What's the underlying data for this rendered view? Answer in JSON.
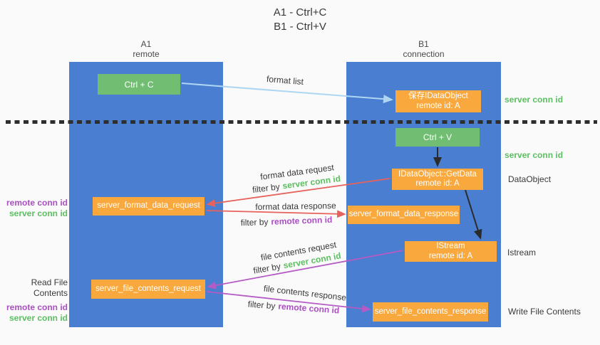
{
  "colors": {
    "background": "#fafafa",
    "lane_blue": "#4a7ed1",
    "box_green": "#71be73",
    "box_orange": "#f9a83d",
    "arrow_lightblue": "#aed6f2",
    "arrow_red": "#e7625c",
    "arrow_purple": "#b55bc5",
    "arrow_black": "#2b2b2b",
    "text_green": "#5cbf61",
    "text_purple": "#ab4ec4",
    "text_dark": "#3a3a3a"
  },
  "title": {
    "line1": "A1 - Ctrl+C",
    "line2": "B1 - Ctrl+V"
  },
  "lanes": {
    "a1": {
      "name": "A1",
      "subtitle": "remote"
    },
    "b1": {
      "name": "B1",
      "subtitle": "connection"
    }
  },
  "nodes": {
    "ctrl_c": {
      "label": "Ctrl + C"
    },
    "ctrl_v": {
      "label": "Ctrl + V"
    },
    "save_idataobject": {
      "line1": "保存IDataObject",
      "line2": "remote id: A"
    },
    "getdata": {
      "line1": "IDataObject::GetData",
      "line2": "remote id: A"
    },
    "istream": {
      "line1": "IStream",
      "line2": "remote id: A"
    },
    "server_format_data_request": {
      "label": "server_format_data_request"
    },
    "server_format_data_response": {
      "label": "server_format_data_response"
    },
    "server_file_contents_request": {
      "label": "server_file_contents_request"
    },
    "server_file_contents_response": {
      "label": "server_file_contents_response"
    }
  },
  "arrows": {
    "format_list": {
      "label": "format list"
    },
    "format_data_request": {
      "label": "format data request",
      "filter_prefix": "filter by",
      "filter_key": "server conn id"
    },
    "format_data_response": {
      "label": "format data response",
      "filter_prefix": "filter by",
      "filter_key": "remote conn id"
    },
    "file_contents_request": {
      "label": "file contents request",
      "filter_prefix": "filter by",
      "filter_key": "server conn id"
    },
    "file_contents_response": {
      "label": "file contents response",
      "filter_prefix": "filter by",
      "filter_key": "remote conn id"
    }
  },
  "annotations": {
    "right": {
      "server_conn_id_top": "server conn id",
      "server_conn_id_mid": "server conn id",
      "dataobject": "DataObject",
      "istream": "Istream",
      "write_file_contents": "Write File Contents"
    },
    "left": {
      "remote_conn_id_1": "remote conn id",
      "server_conn_id_1": "server conn id",
      "read_file_contents": "Read File Contents",
      "remote_conn_id_2": "remote conn id",
      "server_conn_id_2": "server conn id"
    }
  }
}
